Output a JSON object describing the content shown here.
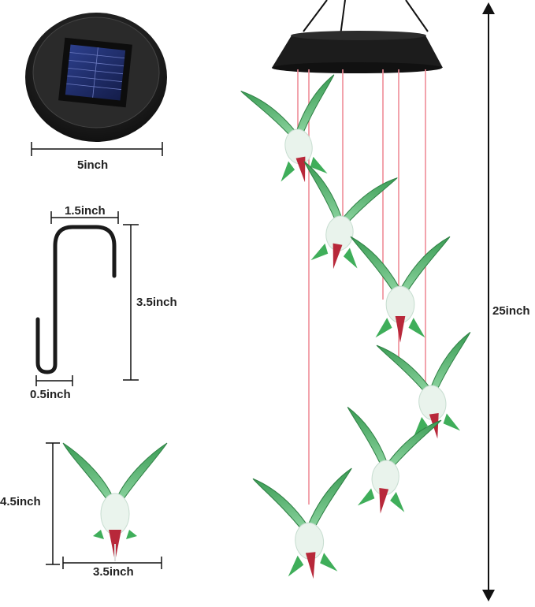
{
  "product": "Solar hummingbird wind chime",
  "dimensions": {
    "solar_panel_width": "5inch",
    "hook_width": "1.5inch",
    "hook_height": "3.5inch",
    "hook_gap": "0.5inch",
    "bird_height": "4.5inch",
    "bird_width": "3.5inch",
    "total_length": "25inch"
  },
  "colors": {
    "bird_green": "#3fae5a",
    "bird_light": "#e9f3ec",
    "bird_beak_red": "#b8283a",
    "string_pink": "#ee8c98",
    "solar_cover": "#2b2b2b",
    "solar_panel": "#1c2a66",
    "hook": "#1a1a1a",
    "dimension_line": "#111111"
  }
}
